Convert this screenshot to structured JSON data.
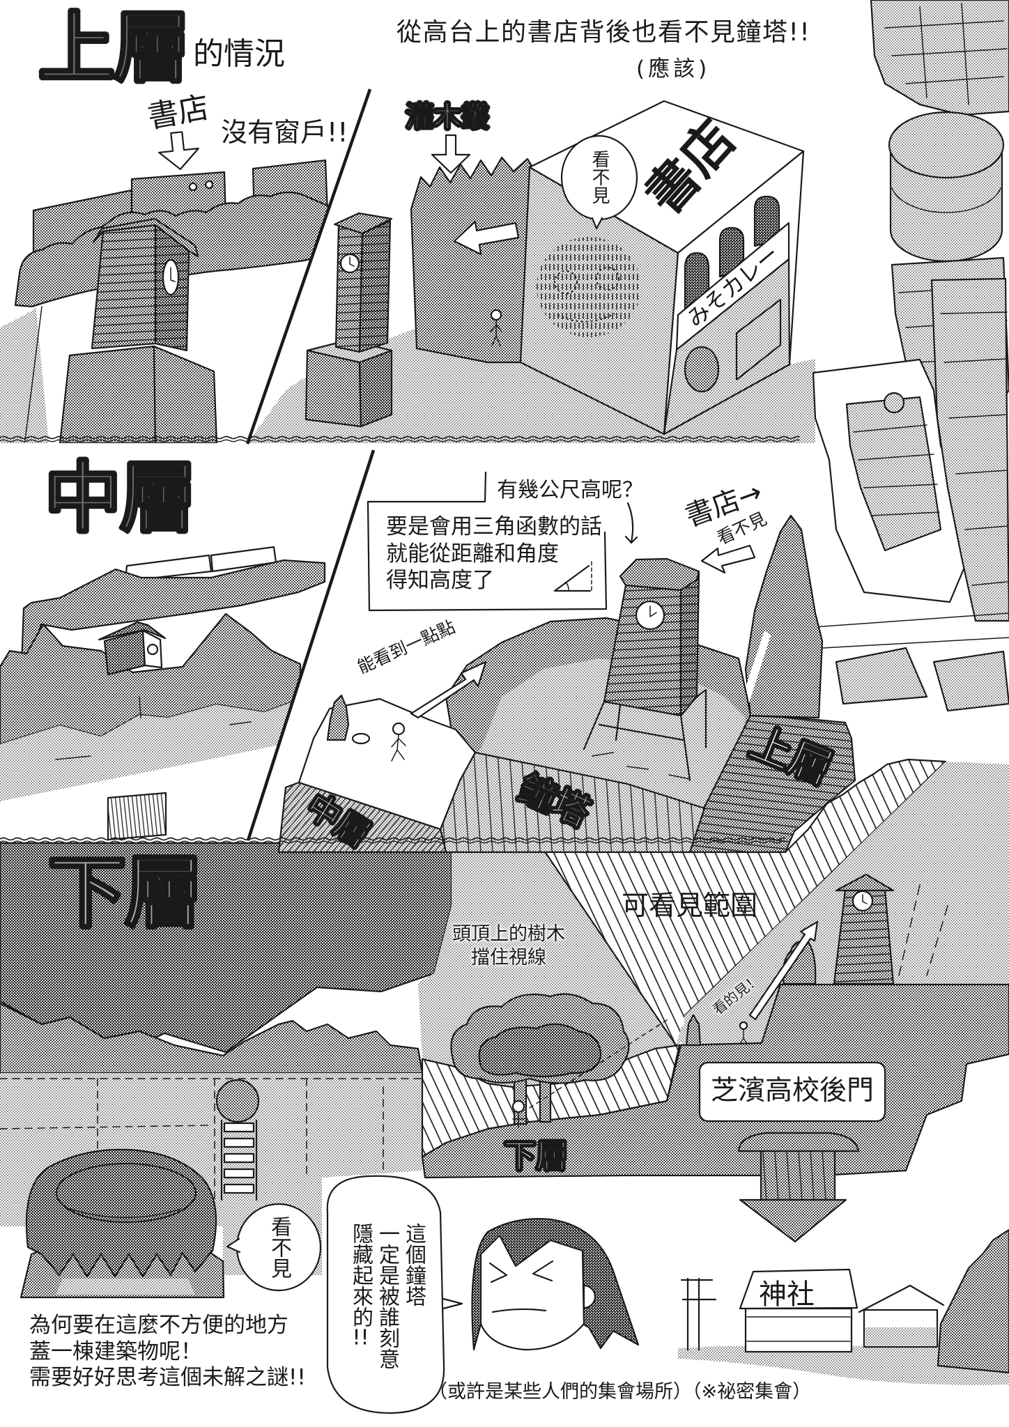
{
  "upper_layer": {
    "title": "上層",
    "title_suffix": "的情況",
    "bookstore_label": "書店",
    "no_windows_note": "沒有窗戶!!",
    "headline": "從高台上的書店背後也看不見鐘塔!!",
    "headline_aside": "(應該)",
    "shrubs_label": "灌木叢",
    "speech_bubble": "看不見",
    "bookstore_sign": "書店",
    "shop_banner": "みそカレー"
  },
  "middle_layer": {
    "title": "中層",
    "question": "有幾公尺高呢？",
    "explanation_lines": [
      "要是會用三角函數的話",
      "就能從距離和角度",
      "得知高度了"
    ],
    "bookstore_pointer": "書店→",
    "cannot_see": "看不見",
    "can_see_a_little": "能看到一點點",
    "map_labels": {
      "middle": "中層",
      "clock_tower": "鐘塔",
      "upper": "上層"
    }
  },
  "lower_layer": {
    "title": "下層",
    "visible_range": "可看見範圍",
    "tree_note_lines": [
      "頭頂上的樹木",
      "擋住視線"
    ],
    "can_see": "看的見！",
    "school_back_gate": "芝濱高校後門",
    "ground_label": "下層",
    "speech_bubble": "看不見",
    "big_bubble": {
      "columns": [
        "這個鐘塔",
        "一定是被誰刻意",
        "隱藏起來的"
      ],
      "emphasis": "!!"
    },
    "caption_lines": [
      "為何要在這麼不方便的地方",
      "蓋一棟建築物呢！",
      "需要好好思考這個未解之謎!!"
    ],
    "footnote": "（或許是某些人們的集會場所）",
    "footnote_aside": "（※祕密集會）",
    "shrine_sign": "神社"
  },
  "colors": {
    "ink": "#1a1a1a",
    "paper": "#ffffff",
    "title_fill": "#6e6e6e",
    "lower_title_fill": "#ababab",
    "halftone_dark_band": "#6a6a6a"
  }
}
